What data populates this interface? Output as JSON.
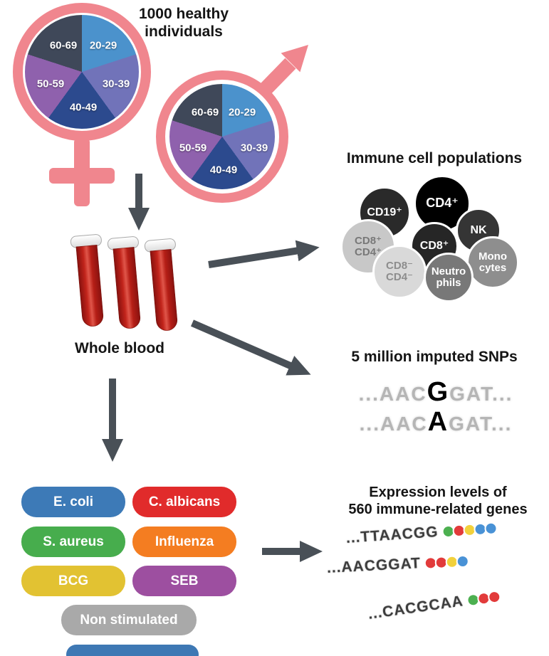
{
  "colors": {
    "symbol": "#f0868e",
    "arrow": "#495057",
    "blood": "#b51e16",
    "cropped_pill": "#3e78b4"
  },
  "header": {
    "title": "1000 healthy\nindividuals"
  },
  "demographics": {
    "age_groups": [
      {
        "label": "20-29",
        "color": "#4b92cc"
      },
      {
        "label": "30-39",
        "color": "#7173b9"
      },
      {
        "label": "40-49",
        "color": "#2c4a8e"
      },
      {
        "label": "50-59",
        "color": "#8f61ad"
      },
      {
        "label": "60-69",
        "color": "#3f4859"
      }
    ]
  },
  "whole_blood": {
    "label": "Whole blood"
  },
  "immune": {
    "title": "Immune cell populations",
    "cells": [
      {
        "label": "CD19⁺",
        "color": "#2a2a2a",
        "text_color": "#ffffff"
      },
      {
        "label": "CD4⁺",
        "color": "#000000",
        "text_color": "#ffffff"
      },
      {
        "label": "NK",
        "color": "#353535",
        "text_color": "#ffffff"
      },
      {
        "label": "CD8⁺",
        "color": "#262626",
        "text_color": "#ffffff"
      },
      {
        "label": "CD8⁺\nCD4⁺",
        "color": "#c8c8c8",
        "text_color": "#787878"
      },
      {
        "label": "Mono\ncytes",
        "color": "#8e8e8e",
        "text_color": "#ffffff"
      },
      {
        "label": "CD8⁻\nCD4⁻",
        "color": "#d9d9d9",
        "text_color": "#8d8d8d"
      },
      {
        "label": "Neutro\nphils",
        "color": "#787878",
        "text_color": "#ffffff"
      }
    ]
  },
  "snps": {
    "title": "5 million imputed SNPs",
    "sequences": [
      {
        "prefix": "...AAC",
        "variant": "G",
        "suffix": "GAT..."
      },
      {
        "prefix": "...AAC",
        "variant": "A",
        "suffix": "GAT..."
      }
    ]
  },
  "stimuli": {
    "items": [
      {
        "label": "E. coli",
        "color": "#3d7ab7"
      },
      {
        "label": "C. albicans",
        "color": "#e12b2b"
      },
      {
        "label": "S. aureus",
        "color": "#47ad4d"
      },
      {
        "label": "Influenza",
        "color": "#f47d21"
      },
      {
        "label": "BCG",
        "color": "#e2c232"
      },
      {
        "label": "SEB",
        "color": "#9d4fa0"
      },
      {
        "label": "Non stimulated",
        "color": "#a9a9a9"
      }
    ]
  },
  "expression": {
    "title": "Expression levels of\n560 immune-related genes",
    "sequences": [
      {
        "text": "...TTAACGG",
        "dots": [
          "#4cb050",
          "#e23b3b",
          "#f2d13c",
          "#4992d6",
          "#4992d6"
        ]
      },
      {
        "text": "...AACGGAT",
        "dots": [
          "#e23b3b",
          "#e23b3b",
          "#f2d13c",
          "#4992d6"
        ]
      },
      {
        "text": "...CACGCAA",
        "dots": [
          "#4cb050",
          "#e23b3b",
          "#e23b3b"
        ]
      }
    ]
  }
}
